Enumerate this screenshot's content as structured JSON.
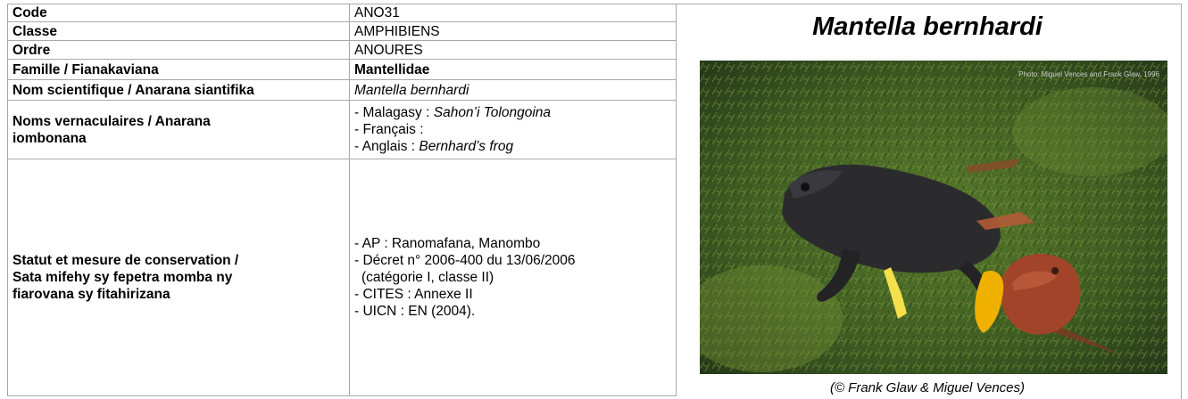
{
  "table": {
    "code": {
      "label": "Code",
      "value": "ANO31"
    },
    "classe": {
      "label": "Classe",
      "value": "AMPHIBIENS"
    },
    "ordre": {
      "label": "Ordre",
      "value": "ANOURES"
    },
    "famille": {
      "label": "Famille / Fianakaviana",
      "value": "Mantellidae"
    },
    "nom_scientifique": {
      "label": "Nom scientifique / Anarana siantifika",
      "value": "Mantella bernhardi"
    },
    "noms_vernaculaires": {
      "label_line1": "Noms vernaculaires / Anarana",
      "label_line2": "iombonana",
      "malagasy_prefix": "- Malagasy : ",
      "malagasy_value": "Sahon’i Tolongoina",
      "francais": "- Français :",
      "anglais_prefix": "- Anglais : ",
      "anglais_value": "Bernhard’s frog"
    },
    "statut": {
      "label_line1": "Statut et mesure de conservation /",
      "label_line2": "Sata mifehy sy fepetra momba ny",
      "label_line3": "fiarovana sy fitahirizana",
      "lines": [
        "- AP : Ranomafana, Manombo",
        "- Décret n° 2006-400 du 13/06/2006",
        "(catégorie I, classe II)",
        "- CITES : Annexe II",
        "- UICN : EN (2004)."
      ]
    }
  },
  "species_title": "Mantella bernhardi",
  "photo_credit_overlay": "Photo: Miguel Vences and Frank Glaw, 1996",
  "caption": "(© Frank Glaw & Miguel Vences)",
  "colors": {
    "border": "#a9a9a9",
    "moss": "#3d5a22",
    "frog_dark": "#2b2b2e",
    "frog_red": "#a2442a",
    "frog_yellow": "#f0b000"
  }
}
